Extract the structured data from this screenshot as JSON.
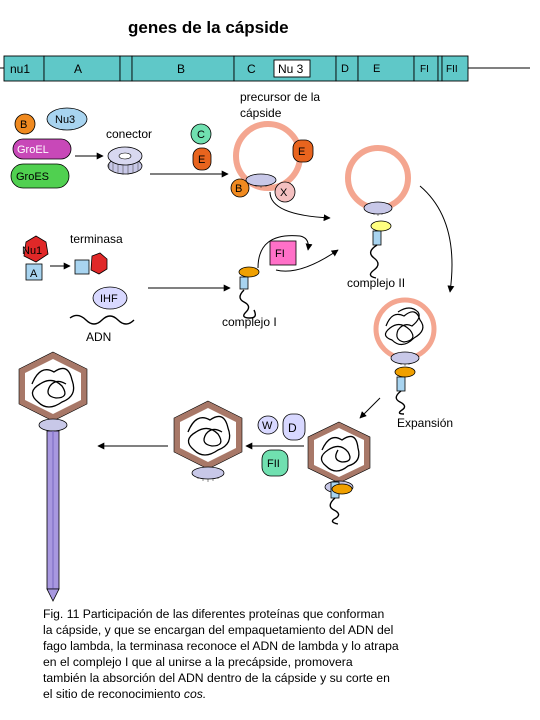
{
  "title": "genes de la cápside",
  "genes": [
    "nu1",
    "A",
    "B",
    "C",
    "Nu 3",
    "D",
    "E",
    "FI",
    "FII"
  ],
  "labels": {
    "conector": "conector",
    "precursor_1": "precursor de la",
    "precursor_2": "cápside",
    "terminasa": "terminasa",
    "adn": "ADN",
    "complejo_i": "complejo I",
    "complejo_ii": "complejo  II",
    "expansion": "Expansión"
  },
  "proteins": {
    "B": "B",
    "Nu3": "Nu3",
    "GroEL": "GroEL",
    "GroES": "GroES",
    "C": "C",
    "E": "E",
    "X": "X",
    "Nu1": "Nu1",
    "A": "A",
    "IHF": "IHF",
    "FI": "FI",
    "W": "W",
    "D": "D",
    "FII": "FII"
  },
  "caption": {
    "line1": "Fig. 11  Participación de las diferentes proteínas que conforman",
    "line2": "la cápside,  y que se encargan del empaquetamiento del ADN del",
    "line3": "fago lambda, la terminasa reconoce el ADN de lambda y lo atrapa",
    "line4": "en el complejo I que al  unirse a la precápside, promovera",
    "line5": "también  la absorción del ADN dentro de la cápside y su corte en",
    "line6": "el sitio de reconocimiento  ",
    "line6_italic": "cos."
  },
  "colors": {
    "gene_bar": "#5fc8c8",
    "capsid_ring": "#f4a690",
    "orange_protein": "#e8641e",
    "red_protein": "#e02828",
    "nu3_fill": "#a8d4f0",
    "groel_fill": "#c848b8",
    "groes_fill": "#50d050",
    "c_fill": "#70e0b0",
    "x_fill": "#f4c0c0",
    "fi_fill": "#ff70c8",
    "ihf_fill": "#d8d8ff",
    "connector_fill": "#c8c8e8",
    "yellow_ring": "#ffff80",
    "hexagon_fill": "#a87868",
    "tail_fill": "#a898e0"
  }
}
